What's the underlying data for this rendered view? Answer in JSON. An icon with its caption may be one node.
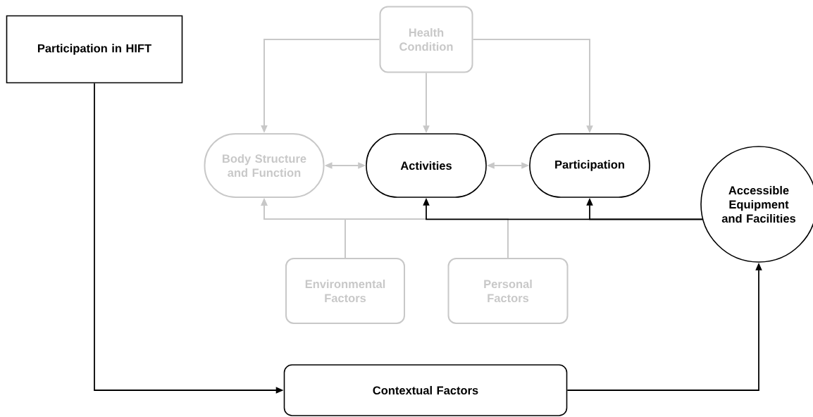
{
  "diagram": {
    "nodes": [
      {
        "text": [
          "Participation in HIFT"
        ]
      },
      {
        "text": [
          "Health Condition"
        ]
      },
      {
        "text": [
          "Body Structure and Function"
        ]
      },
      {
        "text": [
          "Activities"
        ]
      },
      {
        "text": [
          "Participation"
        ]
      },
      {
        "text": [
          "Accessible Equipment and Facilities"
        ]
      },
      {
        "text": [
          "Environmental Factors"
        ]
      },
      {
        "text": [
          "Personal Factors"
        ]
      },
      {
        "text": [
          "Contextual Factors"
        ]
      }
    ],
    "edges": [
      {
        "from": 0,
        "to": 8,
        "arrow": "to",
        "color": "#000000"
      },
      {
        "from": 8,
        "to": 5,
        "arrow": "to",
        "color": "#000000"
      },
      {
        "from": 5,
        "to": 3,
        "arrow": "to",
        "color": "#000000"
      },
      {
        "from": 5,
        "to": 4,
        "arrow": "to",
        "color": "#000000"
      },
      {
        "from": 1,
        "to": 2,
        "arrow": "to"
      },
      {
        "from": 1,
        "to": 3,
        "arrow": "to"
      },
      {
        "from": 1,
        "to": 4,
        "arrow": "to"
      },
      {
        "from": 2,
        "to": 3,
        "arrow": "both"
      },
      {
        "from": 3,
        "to": 4,
        "arrow": "both"
      },
      {
        "from": 6,
        "to": 2,
        "arrow": "to"
      },
      {
        "from": 7,
        "to": 2,
        "arrow": "to"
      }
    ]
  }
}
